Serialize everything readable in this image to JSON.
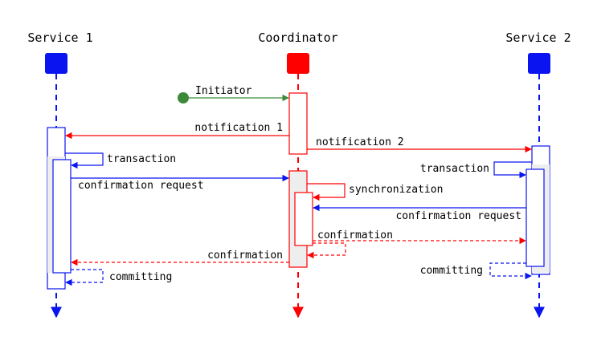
{
  "colors": {
    "service": "#0a14f0",
    "coordinator": "#ff0000",
    "initiator": "#3a8a3a",
    "activation_fill": "#eeeeee",
    "text": "#000000"
  },
  "participants": {
    "service1": "Service 1",
    "coordinator": "Coordinator",
    "service2": "Service 2"
  },
  "messages": {
    "initiator": "Initiator",
    "notification1": "notification 1",
    "notification2": "notification 2",
    "transaction_s1": "transaction",
    "transaction_s2": "transaction",
    "confirmation_request_s1": "confirmation request",
    "confirmation_request_s2": "confirmation request",
    "synchronization": "synchronization",
    "confirmation_s2": "confirmation",
    "confirmation_s1": "confirmation",
    "committing_s1": "committing",
    "committing_s2": "committing"
  }
}
